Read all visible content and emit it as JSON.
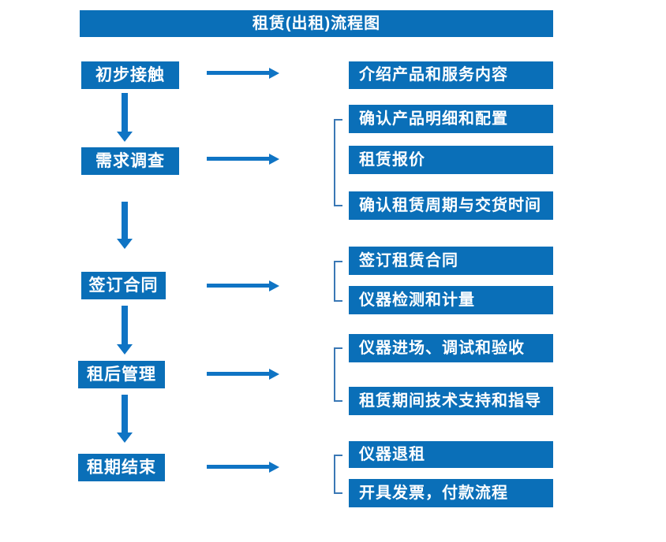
{
  "title": "租赁(出租)流程图",
  "colors": {
    "box_fill": "#0a6fb8",
    "arrow": "#0f74c4",
    "bracket": "#3a78b5",
    "text": "#ffffff",
    "background": "#ffffff"
  },
  "steps": [
    {
      "label": "初步接触",
      "details": [
        "介绍产品和服务内容"
      ]
    },
    {
      "label": "需求调查",
      "details": [
        "确认产品明细和配置",
        "租赁报价",
        "确认租赁周期与交货时间"
      ]
    },
    {
      "label": "签订合同",
      "details": [
        "签订租赁合同",
        "仪器检测和计量"
      ]
    },
    {
      "label": "租后管理",
      "details": [
        "仪器进场、调试和验收",
        "租赁期间技术支持和指导"
      ]
    },
    {
      "label": "租期结束",
      "details": [
        "仪器退租",
        "开具发票，付款流程"
      ]
    }
  ]
}
